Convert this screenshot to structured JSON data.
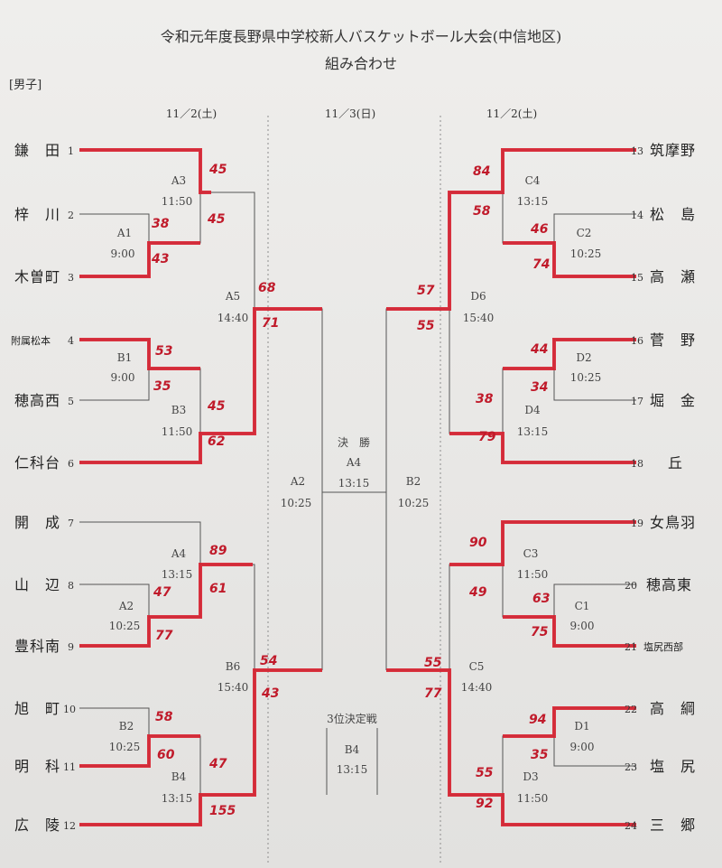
{
  "header": {
    "title": "令和元年度長野県中学校新人バスケットボール大会(中信地区)",
    "subtitle": "組み合わせ",
    "category": "[男子]",
    "date_left": "11／2(土)",
    "date_center": "11／3(日)",
    "date_right": "11／2(土)"
  },
  "teams_left": [
    {
      "num": "1",
      "name": "鎌　田"
    },
    {
      "num": "2",
      "name": "梓　川"
    },
    {
      "num": "3",
      "name": "木曽町"
    },
    {
      "num": "4",
      "name": "附属松本"
    },
    {
      "num": "5",
      "name": "穂高西"
    },
    {
      "num": "6",
      "name": "仁科台"
    },
    {
      "num": "7",
      "name": "開　成"
    },
    {
      "num": "8",
      "name": "山　辺"
    },
    {
      "num": "9",
      "name": "豊科南"
    },
    {
      "num": "10",
      "name": "旭　町"
    },
    {
      "num": "11",
      "name": "明　科"
    },
    {
      "num": "12",
      "name": "広　陵"
    }
  ],
  "teams_right": [
    {
      "num": "13",
      "name": "筑摩野"
    },
    {
      "num": "14",
      "name": "松　島"
    },
    {
      "num": "15",
      "name": "高　瀬"
    },
    {
      "num": "16",
      "name": "菅　野"
    },
    {
      "num": "17",
      "name": "堀　金"
    },
    {
      "num": "18",
      "name": "丘"
    },
    {
      "num": "19",
      "name": "女鳥羽"
    },
    {
      "num": "20",
      "name": "穂高東"
    },
    {
      "num": "21",
      "name": "塩尻西部"
    },
    {
      "num": "22",
      "name": "高　綱"
    },
    {
      "num": "23",
      "name": "塩　尻"
    },
    {
      "num": "24",
      "name": "三　郷"
    }
  ],
  "games": {
    "A1": {
      "code": "A1",
      "time": "9:00"
    },
    "A3": {
      "code": "A3",
      "time": "11:50"
    },
    "B1": {
      "code": "B1",
      "time": "9:00"
    },
    "B3": {
      "code": "B3",
      "time": "11:50"
    },
    "A5": {
      "code": "A5",
      "time": "14:40"
    },
    "A4": {
      "code": "A4",
      "time": "13:15"
    },
    "A2": {
      "code": "A2",
      "time": "10:25"
    },
    "B2": {
      "code": "B2",
      "time": "10:25"
    },
    "B4": {
      "code": "B4",
      "time": "13:15"
    },
    "B6": {
      "code": "B6",
      "time": "15:40"
    },
    "C2": {
      "code": "C2",
      "time": "10:25"
    },
    "C4": {
      "code": "C4",
      "time": "13:15"
    },
    "D2": {
      "code": "D2",
      "time": "10:25"
    },
    "D4": {
      "code": "D4",
      "time": "13:15"
    },
    "D6": {
      "code": "D6",
      "time": "15:40"
    },
    "C1": {
      "code": "C1",
      "time": "9:00"
    },
    "C3": {
      "code": "C3",
      "time": "11:50"
    },
    "D1": {
      "code": "D1",
      "time": "9:00"
    },
    "D3": {
      "code": "D3",
      "time": "11:50"
    },
    "C5": {
      "code": "C5",
      "time": "14:40"
    },
    "A2_semi": {
      "code": "A2",
      "time": "10:25"
    },
    "B2_semi": {
      "code": "B2",
      "time": "10:25"
    }
  },
  "final": {
    "label": "決　勝",
    "code": "A4",
    "time": "13:15"
  },
  "third_place": {
    "label": "3位決定戦",
    "code": "B4",
    "time": "13:15"
  },
  "scores": {
    "s1": "45",
    "s2": "38",
    "s3": "45",
    "s4": "43",
    "s5": "53",
    "s6": "35",
    "s7": "45",
    "s8": "62",
    "s9": "68",
    "s10": "71",
    "s11": "89",
    "s12": "47",
    "s13": "61",
    "s14": "77",
    "s15": "58",
    "s16": "60",
    "s17": "47",
    "s18": "155",
    "s19": "54",
    "s20": "43",
    "s21": "84",
    "s22": "58",
    "s23": "46",
    "s24": "74",
    "s25": "44",
    "s26": "34",
    "s27": "38",
    "s28": "79",
    "s29": "57",
    "s30": "55",
    "s31": "90",
    "s32": "49",
    "s33": "63",
    "s34": "75",
    "s35": "94",
    "s36": "35",
    "s37": "55",
    "s38": "92",
    "s39": "55",
    "s40": "77"
  }
}
